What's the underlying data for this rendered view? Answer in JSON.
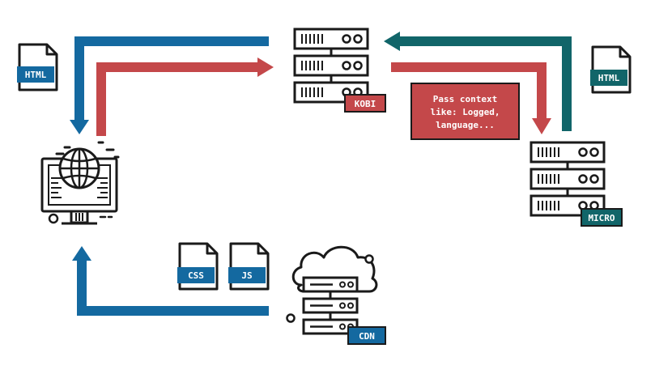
{
  "nodes": {
    "kobi": {
      "label": "KOBI"
    },
    "micro": {
      "label": "MICRO"
    },
    "cdn": {
      "label": "CDN"
    }
  },
  "files": {
    "html_left": "HTML",
    "html_right": "HTML",
    "css": "CSS",
    "js": "JS"
  },
  "note": {
    "lines": [
      "Pass context",
      "like: Logged,",
      "language..."
    ]
  },
  "colors": {
    "blue": "#1469a0",
    "red": "#c4484a",
    "teal": "#116569",
    "ink": "#1a1a1a"
  }
}
